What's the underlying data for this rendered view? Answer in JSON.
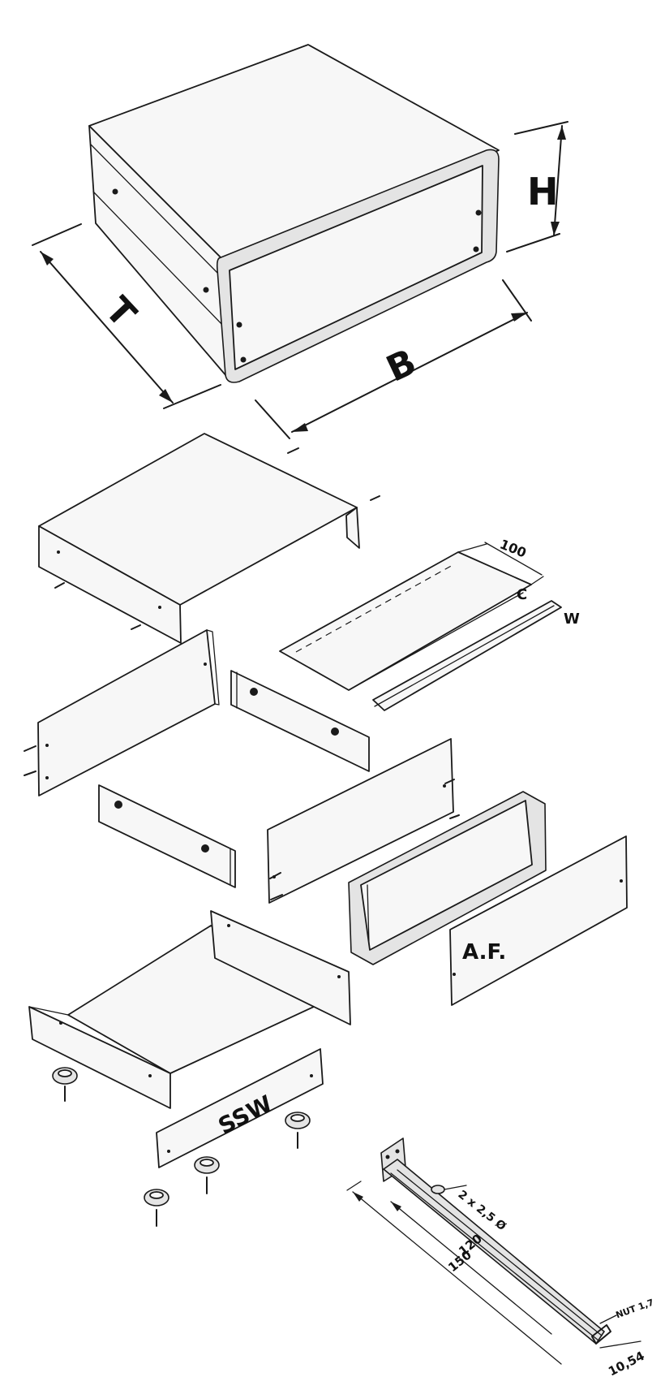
{
  "labels": {
    "height": "H",
    "depth": "T",
    "width": "B",
    "dim_100": "100",
    "part_c": "C",
    "part_w": "W",
    "front_panel": "A.F.",
    "foot_strip": "SSW",
    "holes": "2 x 2,5 Ø",
    "dim_120": "120",
    "dim_150": "150",
    "groove": "NUT 1,7",
    "dim_1054": "10,54"
  }
}
